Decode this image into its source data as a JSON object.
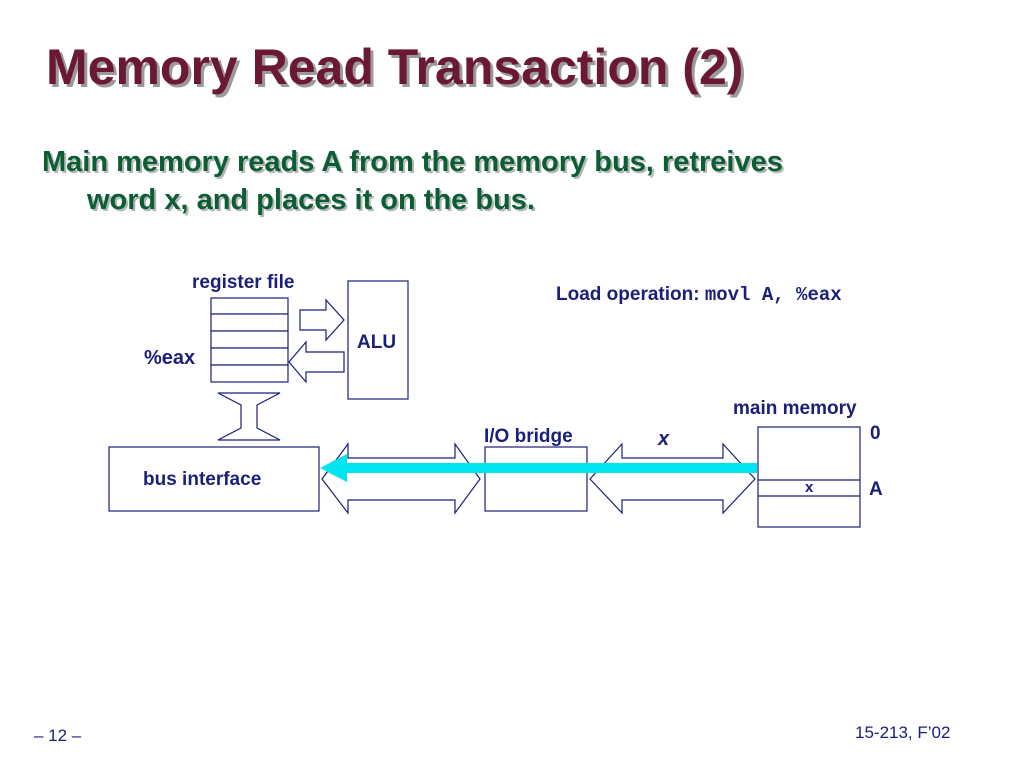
{
  "title": "Memory Read Transaction (2)",
  "bullet": {
    "line1": "Main memory reads A from the memory bus, retreives",
    "line2": "word x, and places it on the bus."
  },
  "diagram": {
    "register_file_label": "register file",
    "eax_label": "%eax",
    "alu_label": "ALU",
    "bus_interface_label": "bus interface",
    "io_bridge_label": "I/O bridge",
    "bus_word_label": "x",
    "main_memory_label": "main memory",
    "address_zero_label": "0",
    "address_a_label": "A",
    "memory_cell_value": "x",
    "load_operation_label": "Load operation:",
    "load_operation_code": "movl A, %eax"
  },
  "colors": {
    "title": "#6b1837",
    "bullet": "#0b5e34",
    "labels": "#1a1f7a",
    "data_flow_arrow": "#00e5ef"
  },
  "footer": {
    "page_number": "– 12 –",
    "course": "15-213, F’02"
  }
}
